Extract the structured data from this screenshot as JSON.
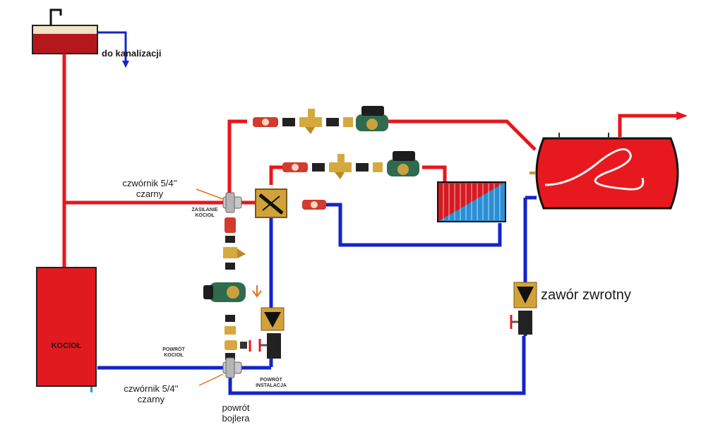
{
  "labels": {
    "drain": "do kanalizacji",
    "tee_top_1": "czwórnik  5/4''",
    "tee_top_2": "czarny",
    "supply_boiler_1": "ZASILANIE",
    "supply_boiler_2": "KOCIOŁ",
    "boiler": "KOCIOŁ",
    "return_boiler_1": "POWRÓT",
    "return_boiler_2": "KOCIOŁ",
    "return_install_1": "POWRÓT",
    "return_install_2": "INSTALACJA",
    "tee_bottom_1": "czwórnik  5/4''",
    "tee_bottom_2": "czarny",
    "return_tank_1": "powrót",
    "return_tank_2": "bojlera",
    "check_valve": "zawór zwrotny"
  },
  "colors": {
    "hot_pipe": "#e8161b",
    "cold_pipe": "#1424c8",
    "boiler_fill": "#e01a1f",
    "tank_fill": "#e8191e",
    "valve_body": "#d2a23a",
    "pump_body": "#2f6b4e",
    "arrow_note": "#e4701b"
  }
}
